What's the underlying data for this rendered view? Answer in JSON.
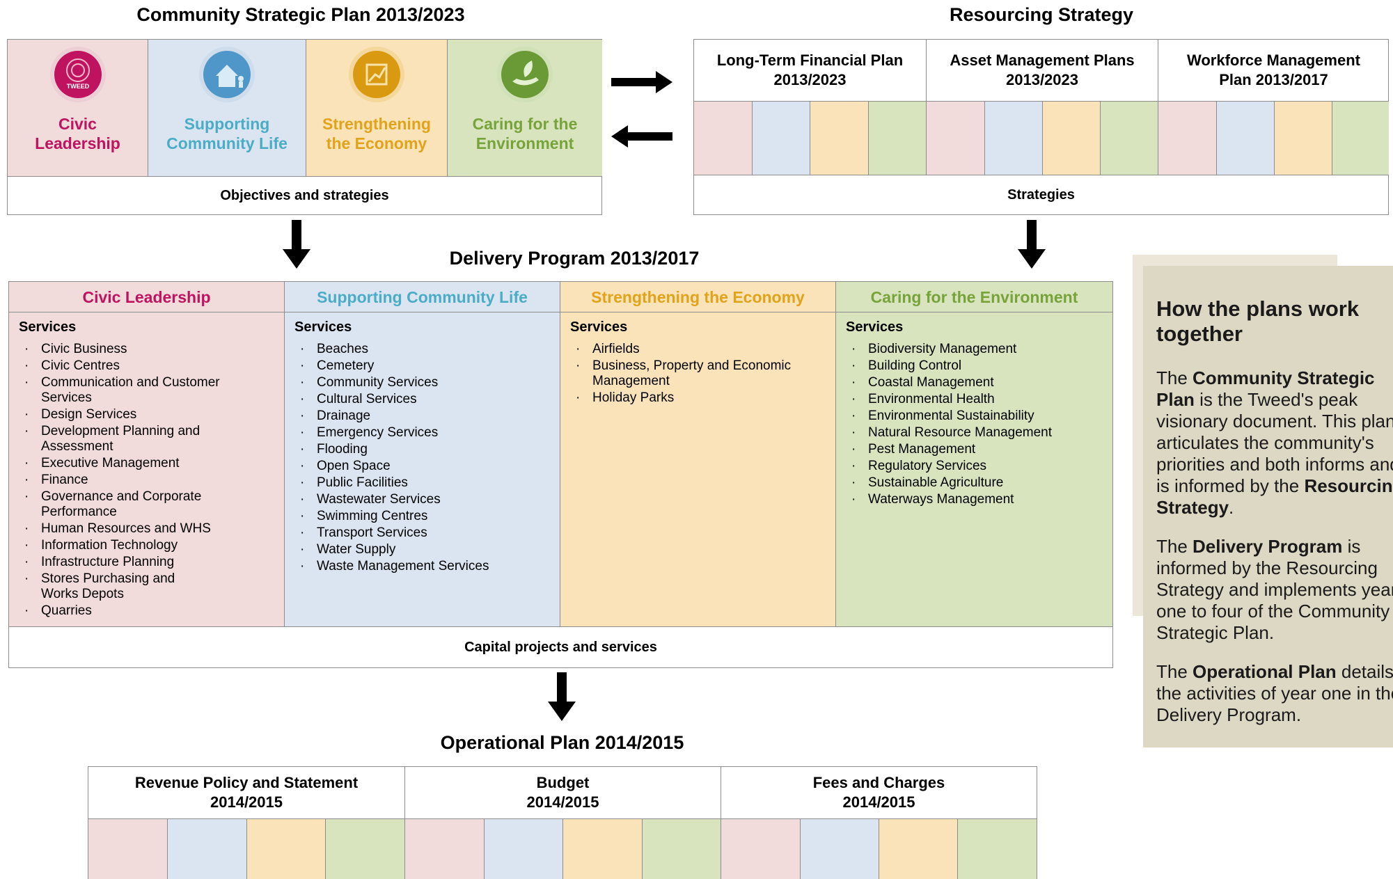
{
  "csp": {
    "title": "Community Strategic Plan 2013/2023",
    "pillars": [
      {
        "label": "Civic Leadership",
        "icon": "civic-seal-icon",
        "icon_text": "TWEED"
      },
      {
        "label": "Supporting Community Life",
        "icon": "family-house-icon"
      },
      {
        "label": "Strengthening the Economy",
        "icon": "growth-chart-icon"
      },
      {
        "label": "Caring for the Environment",
        "icon": "hand-leaf-icon"
      }
    ],
    "footer": "Objectives and strategies"
  },
  "resourcing": {
    "title": "Resourcing Strategy",
    "plans": [
      {
        "label": "Long-Term Financial Plan 2013/2023"
      },
      {
        "label": "Asset Management Plans 2013/2023"
      },
      {
        "label": "Workforce Management Plan 2013/2017"
      }
    ],
    "footer": "Strategies"
  },
  "delivery": {
    "title": "Delivery Program 2013/2017",
    "services_heading": "Services",
    "columns": [
      {
        "heading": "Civic Leadership",
        "items": [
          "Civic Business",
          "Civic Centres",
          "Communication and Customer Services",
          "Design Services",
          "Development Planning and Assessment",
          "Executive Management",
          "Finance",
          "Governance and Corporate Performance",
          "Human Resources and WHS",
          "Information Technology",
          "Infrastructure Planning",
          "Stores Purchasing and Works Depots",
          "Quarries"
        ]
      },
      {
        "heading": "Supporting Community Life",
        "items": [
          "Beaches",
          "Cemetery",
          "Community Services",
          "Cultural Services",
          "Drainage",
          "Emergency Services",
          "Flooding",
          "Open Space",
          "Public Facilities",
          "Wastewater Services",
          "Swimming Centres",
          "Transport Services",
          "Water Supply",
          "Waste Management Services"
        ]
      },
      {
        "heading": "Strengthening the Economy",
        "items": [
          "Airfields",
          "Business, Property and Economic Management",
          "Holiday Parks"
        ]
      },
      {
        "heading": "Caring for the Environment",
        "items": [
          "Biodiversity Management",
          "Building Control",
          "Coastal Management",
          "Environmental Health",
          "Environmental Sustainability",
          "Natural Resource Management",
          "Pest Management",
          "Regulatory Services",
          "Sustainable Agriculture",
          "Waterways Management"
        ]
      }
    ],
    "footer": "Capital projects and services"
  },
  "operational": {
    "title": "Operational Plan 2014/2015",
    "plans": [
      {
        "label": "Revenue Policy and Statement 2014/2015"
      },
      {
        "label": "Budget 2014/2015"
      },
      {
        "label": "Fees and Charges 2014/2015"
      }
    ]
  },
  "sidebar": {
    "title": "How the plans work together",
    "p1": {
      "pre": "The ",
      "b1": "Community Strategic Plan",
      "mid": " is the Tweed's peak visionary document.  This plan articulates the community's priorities and both informs and is informed by the ",
      "b2": "Resourcing Strategy",
      "post": "."
    },
    "p2": {
      "pre": "The ",
      "b1": "Delivery Program",
      "post": " is informed by the Resourcing Strategy and implements years one to four of the Community Strategic Plan."
    },
    "p3": {
      "pre": "The ",
      "b1": "Operational Plan",
      "post": " details the activities of year one in the Delivery Program."
    }
  },
  "colors": {
    "pink": "#f2dcdb",
    "blue": "#dbe5f1",
    "yellow": "#fae3b9",
    "green": "#d7e4bd",
    "sidebar": "#ddd8c3"
  }
}
